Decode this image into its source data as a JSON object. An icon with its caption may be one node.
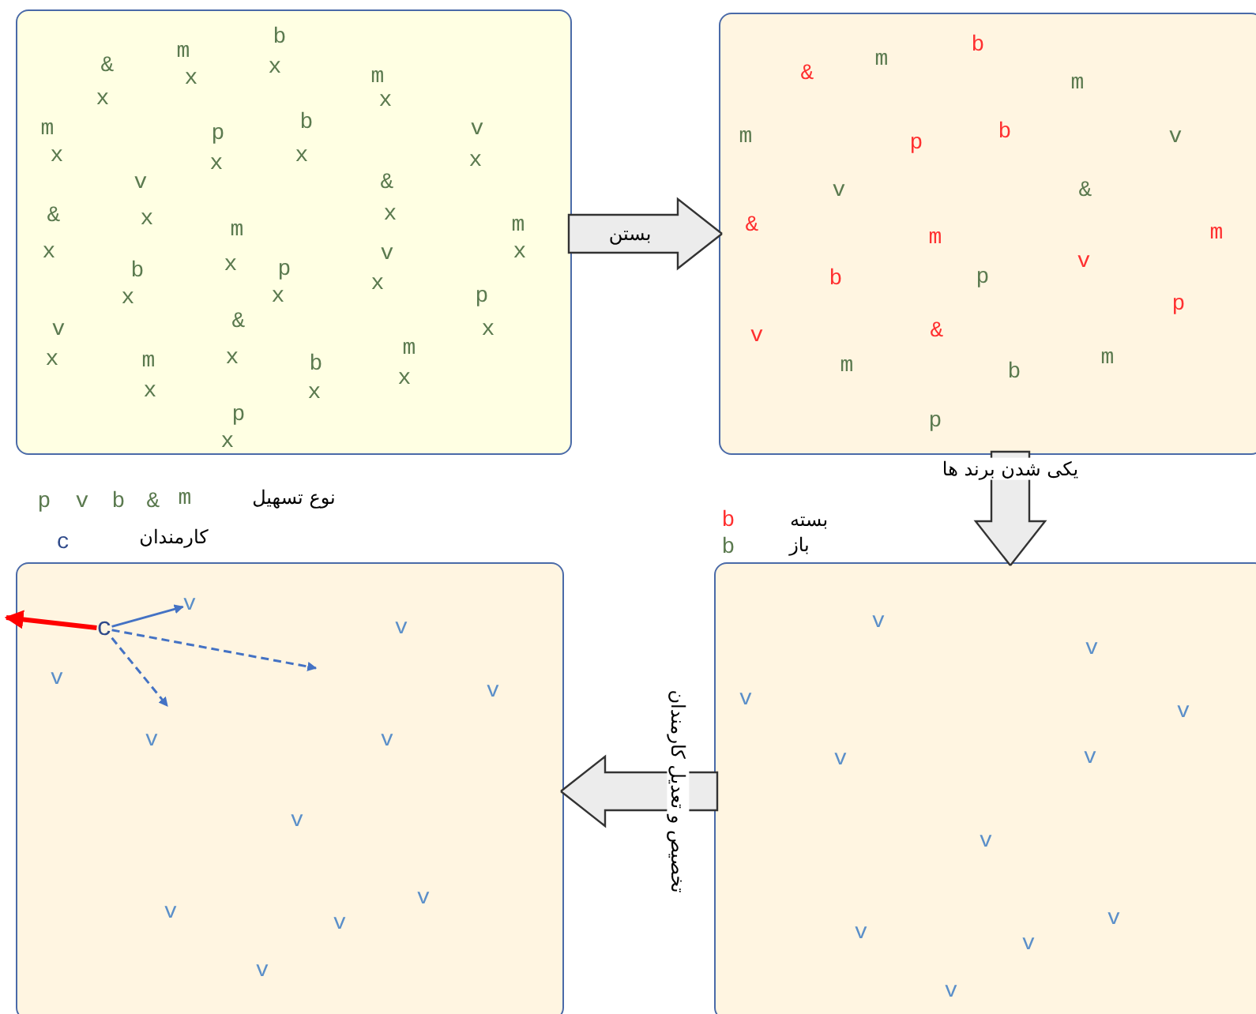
{
  "diagram": {
    "nodes": [
      {
        "text": [],
        "shape": "box"
      },
      {
        "text": [],
        "shape": "box"
      },
      {
        "text": [],
        "shape": "box"
      },
      {
        "text": [],
        "shape": "box"
      },
      {
        "text": [
          "c"
        ],
        "in": 3
      },
      {
        "text": [
          "v"
        ],
        "in": 3
      }
    ],
    "edges": [
      {
        "from": 0,
        "to": 1,
        "arrow": "to",
        "label": "بستن",
        "color": "#333333"
      },
      {
        "from": 1,
        "to": 2,
        "arrow": "to",
        "label": "یکی شدن برند ها",
        "color": "#333333"
      },
      {
        "from": 2,
        "to": 3,
        "arrow": "to",
        "label": "تخصیص و تعدیل کارمندان",
        "color": "#333333"
      },
      {
        "from": 4,
        "to": 5,
        "arrow": "to",
        "color": "#4472c4"
      },
      {
        "from": 4,
        "to": null,
        "arrow": "to",
        "style": "dashed",
        "color": "#4472c4"
      },
      {
        "from": 4,
        "to": null,
        "arrow": "to",
        "style": "dashed",
        "color": "#4472c4"
      },
      {
        "from": 4,
        "to": null,
        "arrow": "to",
        "style": "thick",
        "color": "#ff0000"
      }
    ],
    "labels": [
      "b",
      "m",
      "&",
      "x",
      "x",
      "m",
      "x",
      "x",
      "m",
      "p",
      "b",
      "v",
      "x",
      "x",
      "x",
      "x",
      "v",
      "&",
      "&",
      "x",
      "m",
      "x",
      "m",
      "x",
      "v",
      "x",
      "b",
      "x",
      "p",
      "x",
      "x",
      "x",
      "p",
      "v",
      "&",
      "x",
      "m",
      "x",
      "m",
      "x",
      "b",
      "x",
      "x",
      "x",
      "p",
      "x",
      "b",
      "m",
      "&",
      "m",
      "m",
      "p",
      "b",
      "v",
      "v",
      "&",
      "&",
      "m",
      "m",
      "v",
      "b",
      "p",
      "p",
      "v",
      "&",
      "m",
      "b",
      "m",
      "p",
      "p",
      "v",
      "b",
      "&",
      "m",
      "نوع تسهیل",
      "b",
      "بسته",
      "c",
      "کارمندان",
      "b",
      "باز",
      "v",
      "v",
      "v",
      "v",
      "v",
      "v",
      "v",
      "v",
      "v",
      "v",
      "v",
      "v",
      "v",
      "v",
      "v",
      "v",
      "v",
      "v",
      "v",
      "v",
      "v"
    ]
  }
}
